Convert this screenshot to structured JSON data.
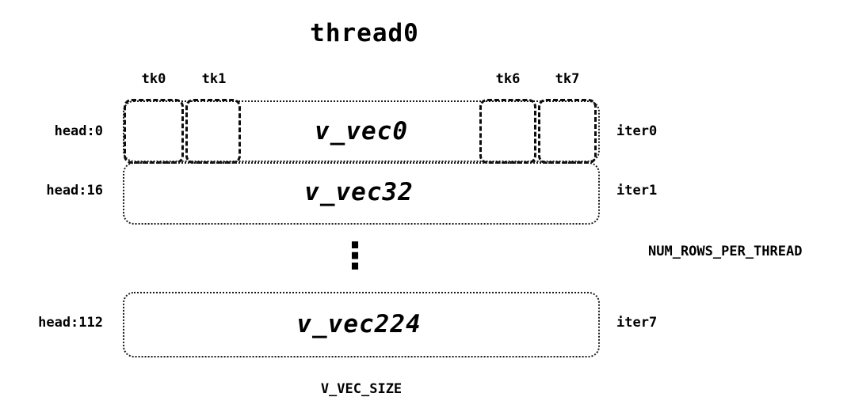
{
  "title": "thread0",
  "tk_labels": [
    "tk0",
    "tk1",
    "tk6",
    "tk7"
  ],
  "rows": [
    {
      "head": "head:0",
      "vec": "v_vec0",
      "iter": "iter0"
    },
    {
      "head": "head:16",
      "vec": "v_vec32",
      "iter": "iter1"
    },
    {
      "head": "head:112",
      "vec": "v_vec224",
      "iter": "iter7"
    }
  ],
  "ellipsis": "⋮",
  "annotations": {
    "num_rows_per_thread": "NUM_ROWS_PER_THREAD",
    "v_vec_size": "V_VEC_SIZE"
  },
  "colors": {
    "ink": "#000000",
    "background": "#ffffff"
  }
}
